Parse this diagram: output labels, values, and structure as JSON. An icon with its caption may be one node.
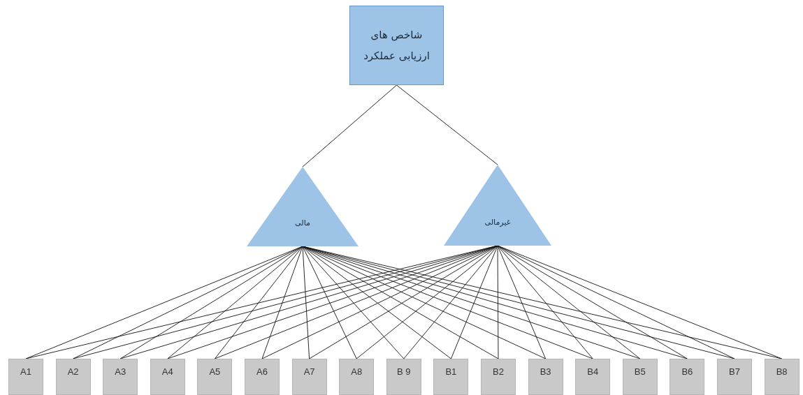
{
  "diagram": {
    "nodes": [
      {
        "text": [
          "شاخص های ارزیابی عملکرد"
        ]
      },
      {
        "text": [
          "مالی"
        ]
      },
      {
        "text": [
          "غیرمالی"
        ]
      },
      {
        "text": [
          "A1"
        ]
      },
      {
        "text": [
          "A2"
        ]
      },
      {
        "text": [
          "A3"
        ]
      },
      {
        "text": [
          "A4"
        ]
      },
      {
        "text": [
          "A5"
        ]
      },
      {
        "text": [
          "A6"
        ]
      },
      {
        "text": [
          "A7"
        ]
      },
      {
        "text": [
          "A8"
        ]
      },
      {
        "text": [
          "B 9"
        ]
      },
      {
        "text": [
          "B1"
        ]
      },
      {
        "text": [
          "B2"
        ]
      },
      {
        "text": [
          "B3"
        ]
      },
      {
        "text": [
          "B4"
        ]
      },
      {
        "text": [
          "B5"
        ]
      },
      {
        "text": [
          "B6"
        ]
      },
      {
        "text": [
          "B7"
        ]
      },
      {
        "text": [
          "B8"
        ]
      }
    ],
    "edges": [
      {
        "from": 0,
        "to": 1,
        "arrow": "none"
      },
      {
        "from": 0,
        "to": 2,
        "arrow": "none"
      },
      {
        "from": 1,
        "to": 3,
        "arrow": "none"
      },
      {
        "from": 2,
        "to": 3,
        "arrow": "none"
      },
      {
        "from": 1,
        "to": 4,
        "arrow": "none"
      },
      {
        "from": 2,
        "to": 4,
        "arrow": "none"
      },
      {
        "from": 1,
        "to": 5,
        "arrow": "none"
      },
      {
        "from": 2,
        "to": 5,
        "arrow": "none"
      },
      {
        "from": 1,
        "to": 6,
        "arrow": "none"
      },
      {
        "from": 2,
        "to": 6,
        "arrow": "none"
      },
      {
        "from": 1,
        "to": 7,
        "arrow": "none"
      },
      {
        "from": 2,
        "to": 7,
        "arrow": "none"
      },
      {
        "from": 1,
        "to": 8,
        "arrow": "none"
      },
      {
        "from": 2,
        "to": 8,
        "arrow": "none"
      },
      {
        "from": 1,
        "to": 9,
        "arrow": "none"
      },
      {
        "from": 2,
        "to": 9,
        "arrow": "none"
      },
      {
        "from": 1,
        "to": 10,
        "arrow": "none"
      },
      {
        "from": 2,
        "to": 10,
        "arrow": "none"
      },
      {
        "from": 1,
        "to": 11,
        "arrow": "none"
      },
      {
        "from": 2,
        "to": 11,
        "arrow": "none"
      },
      {
        "from": 1,
        "to": 12,
        "arrow": "none"
      },
      {
        "from": 2,
        "to": 12,
        "arrow": "none"
      },
      {
        "from": 1,
        "to": 13,
        "arrow": "none"
      },
      {
        "from": 2,
        "to": 13,
        "arrow": "none"
      },
      {
        "from": 1,
        "to": 14,
        "arrow": "none"
      },
      {
        "from": 2,
        "to": 14,
        "arrow": "none"
      },
      {
        "from": 1,
        "to": 15,
        "arrow": "none"
      },
      {
        "from": 2,
        "to": 15,
        "arrow": "none"
      },
      {
        "from": 1,
        "to": 16,
        "arrow": "none"
      },
      {
        "from": 2,
        "to": 16,
        "arrow": "none"
      },
      {
        "from": 1,
        "to": 17,
        "arrow": "none"
      },
      {
        "from": 2,
        "to": 17,
        "arrow": "none"
      },
      {
        "from": 1,
        "to": 18,
        "arrow": "none"
      },
      {
        "from": 2,
        "to": 18,
        "arrow": "none"
      },
      {
        "from": 1,
        "to": 19,
        "arrow": "none"
      },
      {
        "from": 2,
        "to": 19,
        "arrow": "none"
      }
    ]
  }
}
